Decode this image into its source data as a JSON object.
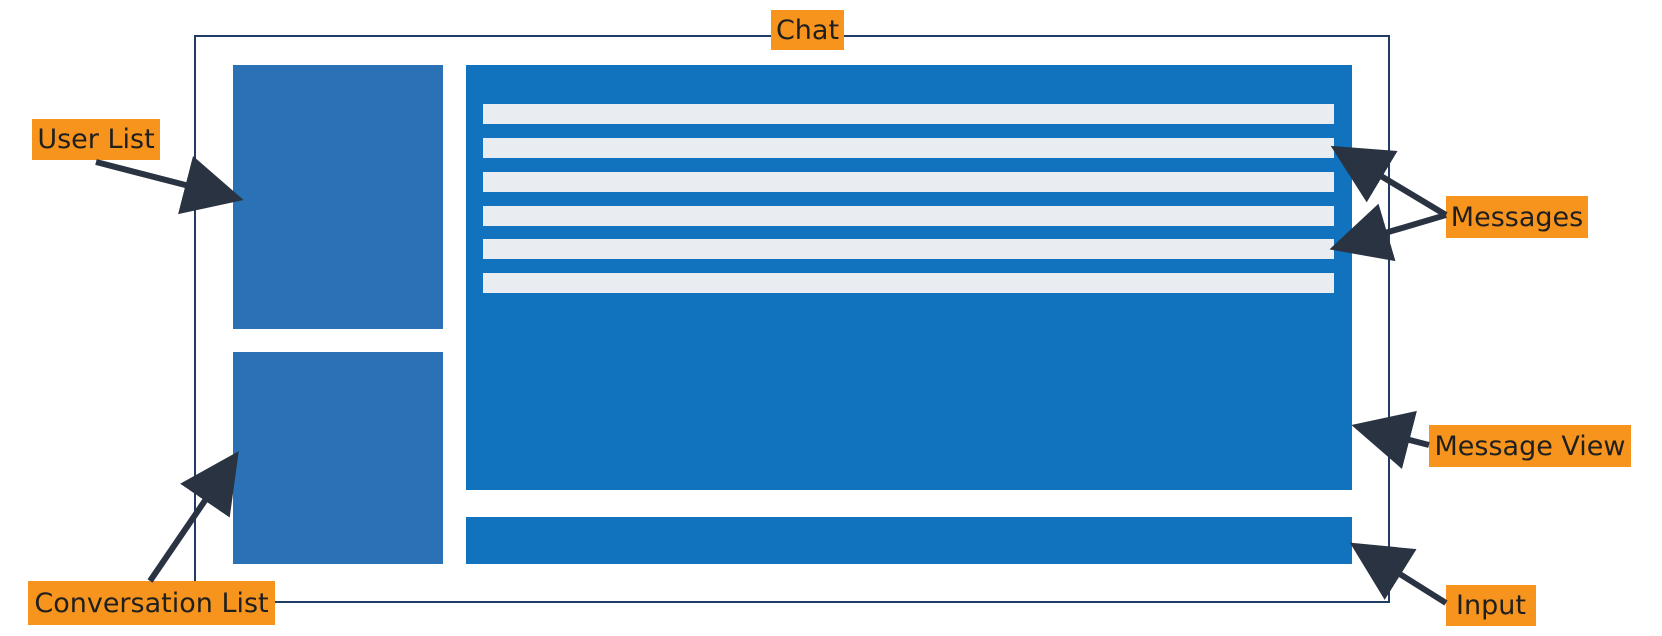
{
  "title": "Chat",
  "labels": {
    "user_list": "User List",
    "conversation_list": "Conversation List",
    "messages": "Messages",
    "message_view": "Message View",
    "input": "Input"
  },
  "colors": {
    "frame_border": "#1f3b66",
    "side_panel": "#2a72b5",
    "main_panel": "#1172bd",
    "message_row": "#e9edf1",
    "label_bg": "#f7941d",
    "arrow": "#2a3342"
  },
  "message_rows": 6
}
